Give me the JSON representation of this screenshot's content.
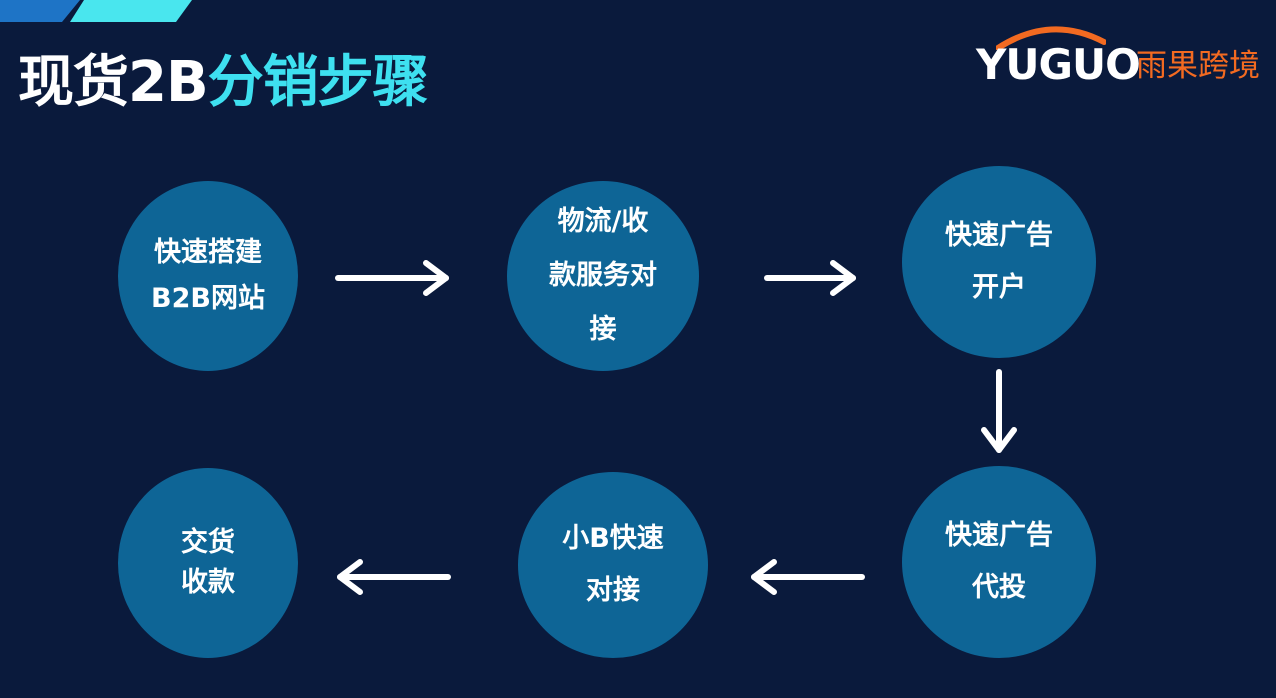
{
  "header": {
    "title_part1": "现货2B",
    "title_part2": "分销步骤"
  },
  "brand": {
    "latin": "YUGUO",
    "chinese": "雨果跨境"
  },
  "steps": [
    {
      "label": "快速搭建\nB2B网站"
    },
    {
      "label": "物流/收\n款服务对\n接"
    },
    {
      "label": "快速广告\n开户"
    },
    {
      "label": "快速广告\n代投"
    },
    {
      "label": "小B快速\n对接"
    },
    {
      "label": "交货\n收款"
    }
  ],
  "colors": {
    "background": "#0a1a3c",
    "node_fill": "#0e6596",
    "title_accent": "#3ee0f0",
    "brand_orange": "#f26a21",
    "arrow": "#ffffff"
  }
}
